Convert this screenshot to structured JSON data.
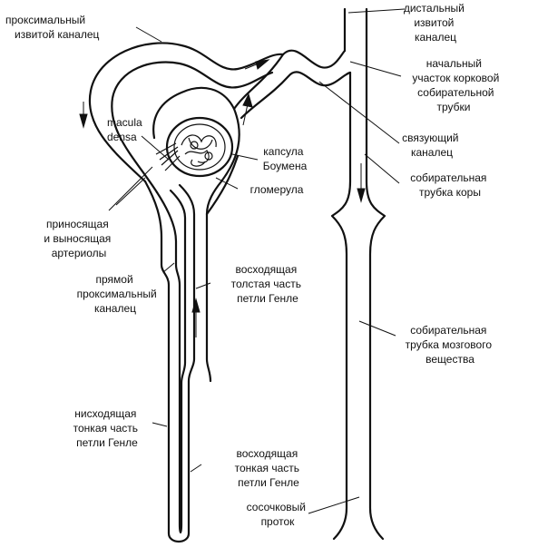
{
  "labels": {
    "proximal_convoluted": [
      "проксимальный",
      "извитой каналец"
    ],
    "distal_convoluted": [
      "дистальный",
      "извитой",
      "каналец"
    ],
    "initial_cortical_collecting": [
      "начальный",
      "участок корковой",
      "собирательной",
      "трубки"
    ],
    "macula_densa": [
      "macula",
      "densa"
    ],
    "bowman_capsule": [
      "капсула",
      "Боумена"
    ],
    "connecting_tubule": [
      "связующий",
      "каналец"
    ],
    "glomerulus": [
      "гломерула"
    ],
    "cortical_collecting": [
      "собирательная",
      "трубка коры"
    ],
    "arterioles": [
      "приносящая",
      "и выносящая",
      "артериолы"
    ],
    "straight_proximal": [
      "прямой",
      "проксимальный",
      "каналец"
    ],
    "thick_ascending": [
      "восходящая",
      "толстая часть",
      "петли Генле"
    ],
    "medullary_collecting": [
      "собирательная",
      "трубка мозгового",
      "вещества"
    ],
    "thin_descending": [
      "нисходящая",
      "тонкая часть",
      "петли Генле"
    ],
    "thin_ascending": [
      "восходящая",
      "тонкая часть",
      "петли Генле"
    ],
    "papillary_duct": [
      "сосочковый",
      "проток"
    ]
  }
}
